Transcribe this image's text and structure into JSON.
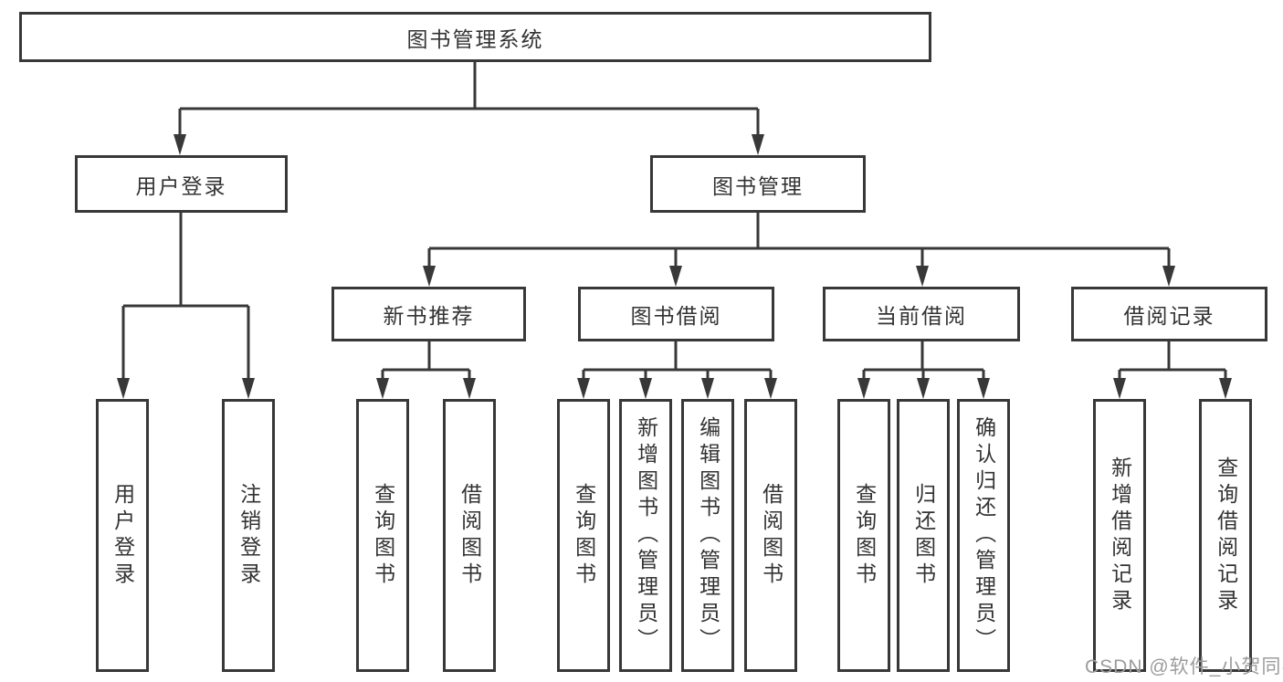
{
  "colors": {
    "line": "#383838",
    "box_border": "#383838",
    "text": "#333333",
    "background": "#ffffff",
    "watermark": "#9c9c9c"
  },
  "tree": {
    "label": "图书管理系统",
    "children": [
      {
        "label": "用户登录",
        "children": [
          {
            "label": "用户登录"
          },
          {
            "label": "注销登录"
          }
        ]
      },
      {
        "label": "图书管理",
        "children": [
          {
            "label": "新书推荐",
            "children": [
              {
                "label": "查询图书"
              },
              {
                "label": "借阅图书"
              }
            ]
          },
          {
            "label": "图书借阅",
            "children": [
              {
                "label": "查询图书"
              },
              {
                "label": "新增图书（管理员）"
              },
              {
                "label": "编辑图书（管理员）"
              },
              {
                "label": "借阅图书"
              }
            ]
          },
          {
            "label": "当前借阅",
            "children": [
              {
                "label": "查询图书"
              },
              {
                "label": "归还图书"
              },
              {
                "label": "确认归还（管理员）"
              }
            ]
          },
          {
            "label": "借阅记录",
            "children": [
              {
                "label": "新增借阅记录"
              },
              {
                "label": "查询借阅记录"
              }
            ]
          }
        ]
      }
    ]
  },
  "watermark": {
    "text": "CSDN @软件_小贺同学"
  }
}
